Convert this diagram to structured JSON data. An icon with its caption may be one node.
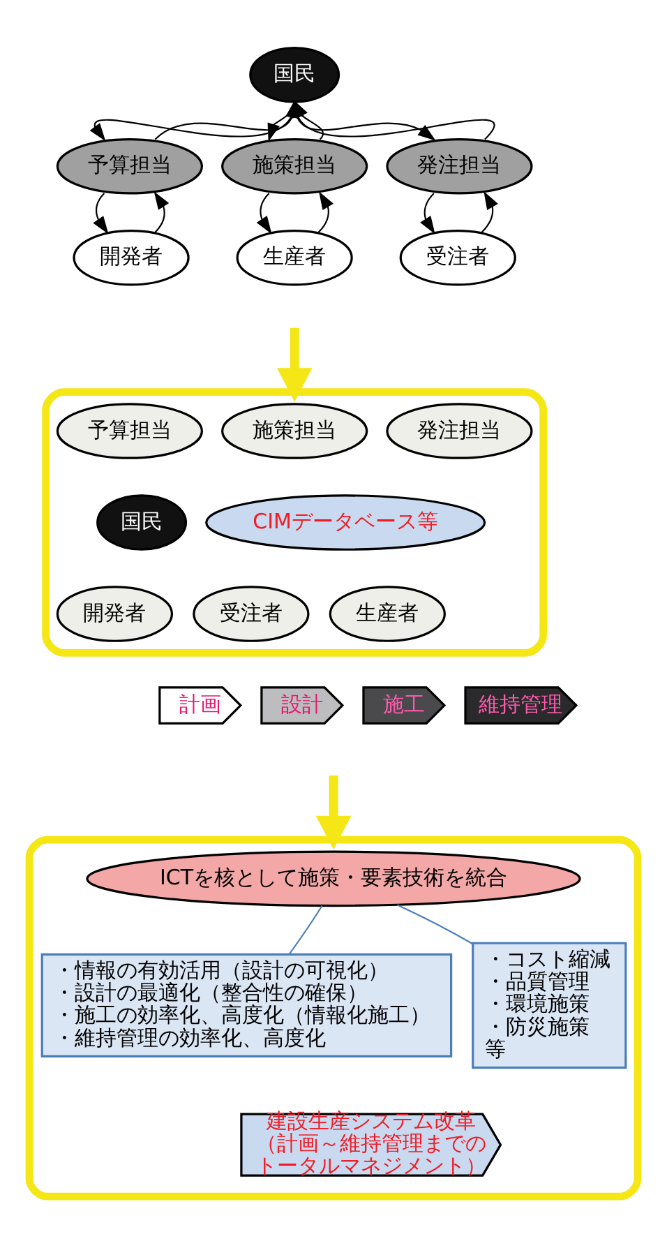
{
  "diagram": {
    "nodes": [
      {
        "text": [
          "国民"
        ]
      },
      {
        "text": [
          "予算担当"
        ]
      },
      {
        "text": [
          "施策担当"
        ]
      },
      {
        "text": [
          "発注担当"
        ]
      },
      {
        "text": [
          "開発者"
        ]
      },
      {
        "text": [
          "生産者"
        ]
      },
      {
        "text": [
          "受注者"
        ]
      },
      {
        "text": [],
        "shape": "box"
      },
      {
        "text": [
          "国民"
        ],
        "in": 7
      },
      {
        "text": [
          "CIMデータベース等"
        ],
        "in": 7
      },
      {
        "text": [
          "発注担当"
        ],
        "in": 7
      },
      {
        "text": [
          "施策担当"
        ],
        "in": 7
      },
      {
        "text": [
          "予算担当"
        ],
        "in": 7
      },
      {
        "text": [
          "受注者"
        ],
        "in": 7
      },
      {
        "text": [
          "生産者"
        ],
        "in": 7
      },
      {
        "text": [
          "開発者"
        ],
        "in": 7
      },
      {
        "text": [
          "計画"
        ]
      },
      {
        "text": [
          "設計"
        ]
      },
      {
        "text": [
          "施工"
        ]
      },
      {
        "text": [
          "維持管理"
        ]
      },
      {
        "text": [],
        "shape": "box"
      },
      {
        "text": [
          "ICTを核として施策・要素技術を統合"
        ],
        "in": 20
      },
      {
        "text": [
          "・情報の有効活用（設計の可視化）",
          "・設計の最適化（整合性の確保）",
          "・施工の効率化、高度化（情報化施工）",
          "・維持管理の効率化、高度化"
        ],
        "in": 20
      },
      {
        "text": [
          "・コスト縮減",
          "・品質管理",
          "・環境施策",
          "・防災施策",
          "等"
        ],
        "in": 20
      },
      {
        "text": [
          "建設生産システム改革（計画～維持管理までのトータルマネジメント）"
        ],
        "in": 20
      }
    ],
    "edges": [
      {
        "from": 0,
        "to": 1,
        "arrow": "to"
      },
      {
        "from": 1,
        "to": 0,
        "arrow": "to"
      },
      {
        "from": 0,
        "to": 2,
        "arrow": "to"
      },
      {
        "from": 2,
        "to": 0,
        "arrow": "to"
      },
      {
        "from": 0,
        "to": 3,
        "arrow": "to"
      },
      {
        "from": 3,
        "to": 0,
        "arrow": "to"
      },
      {
        "from": 1,
        "to": 4,
        "arrow": "to"
      },
      {
        "from": 4,
        "to": 1,
        "arrow": "to"
      },
      {
        "from": 2,
        "to": 5,
        "arrow": "to"
      },
      {
        "from": 5,
        "to": 2,
        "arrow": "to"
      },
      {
        "from": 3,
        "to": 6,
        "arrow": "to"
      },
      {
        "from": 6,
        "to": 3,
        "arrow": "to"
      },
      {
        "from": null,
        "to": 7,
        "arrow": "to",
        "style": "thick",
        "color": "#f5e616"
      },
      {
        "from": null,
        "to": 20,
        "arrow": "to",
        "style": "thick",
        "color": "#f5e616"
      },
      {
        "from": 21,
        "to": 22,
        "arrow": "none",
        "color": "#4a7ebb"
      },
      {
        "from": 21,
        "to": 23,
        "arrow": "none",
        "color": "#4a7ebb"
      }
    ]
  }
}
